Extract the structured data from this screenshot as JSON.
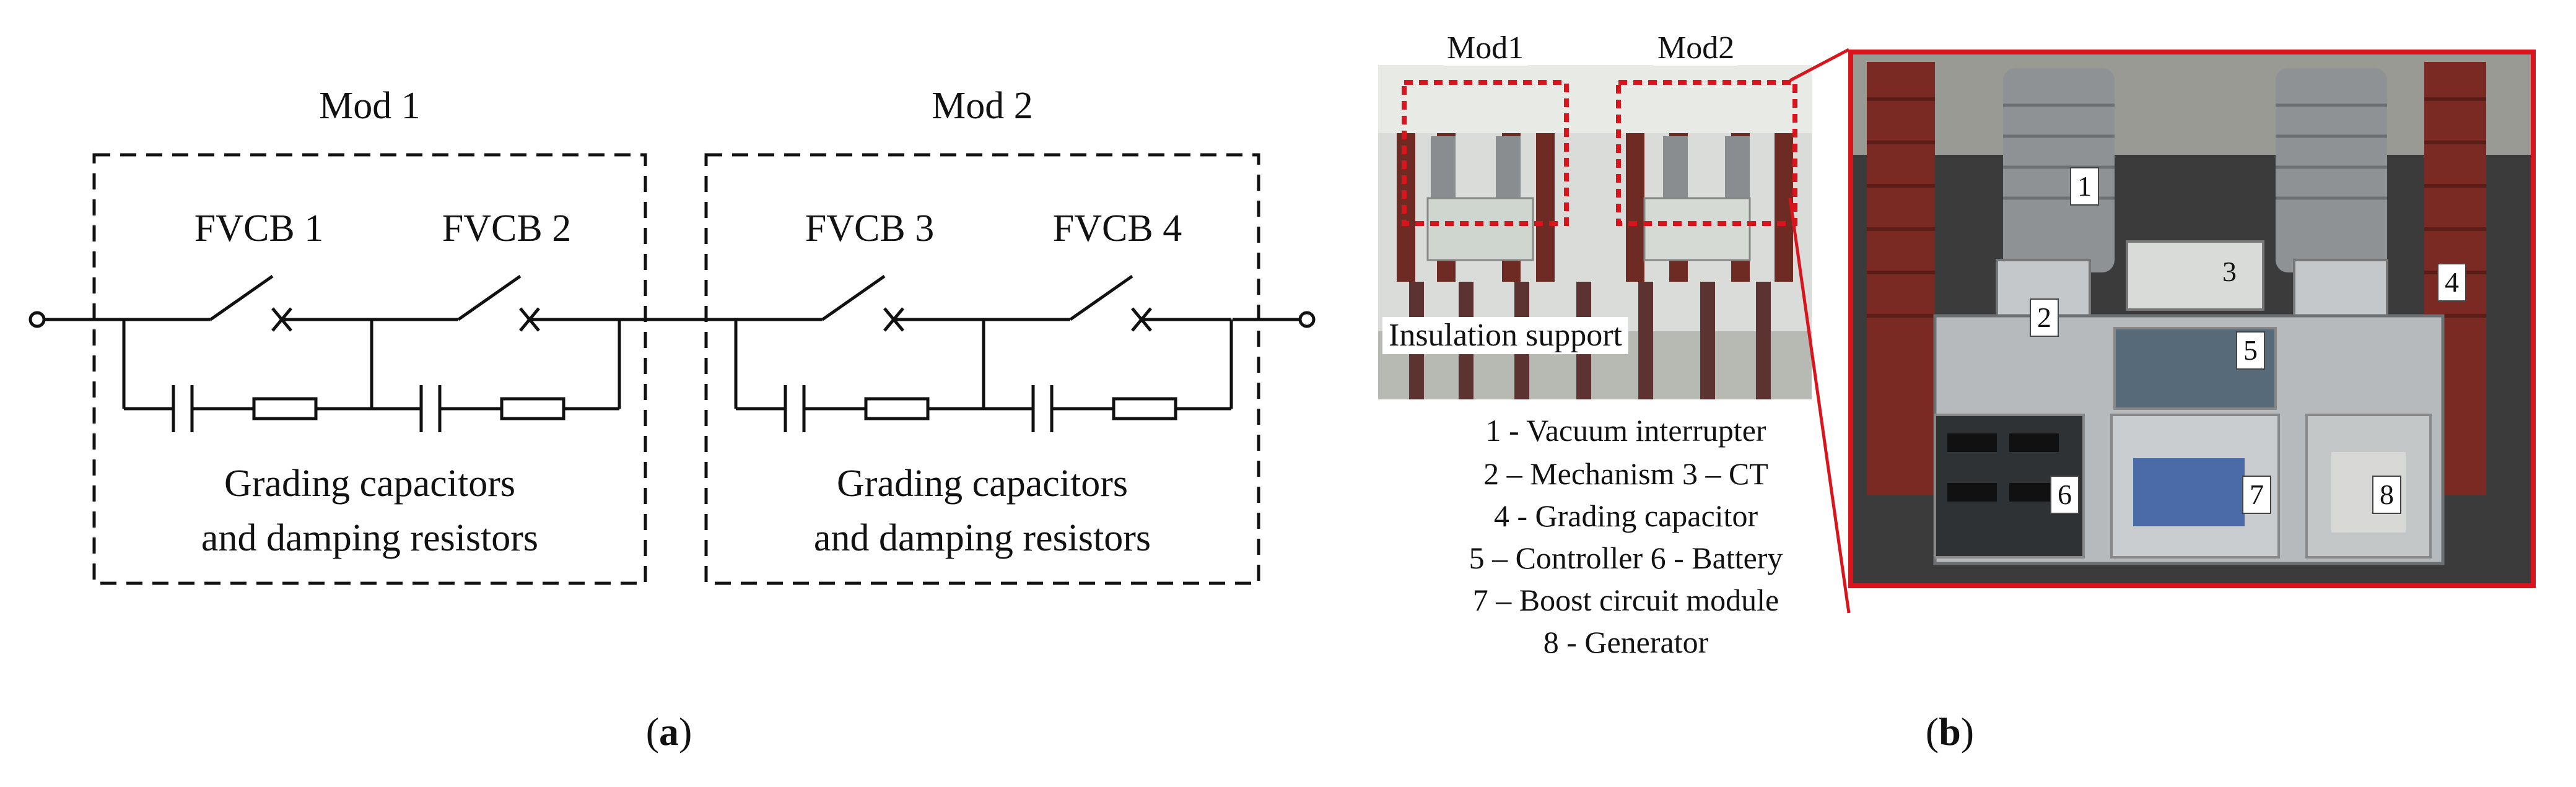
{
  "panel_a": {
    "modules": [
      {
        "label": "Mod 1",
        "switches": [
          "FVCB 1",
          "FVCB 2"
        ],
        "note_line1": "Grading capacitors",
        "note_line2": "and damping resistors"
      },
      {
        "label": "Mod 2",
        "switches": [
          "FVCB 3",
          "FVCB 4"
        ],
        "note_line1": "Grading capacitors",
        "note_line2": "and damping resistors"
      }
    ],
    "caption": "a"
  },
  "panel_b": {
    "photo_labels": {
      "mod1": "Mod1",
      "mod2": "Mod2",
      "support": "Insulation support"
    },
    "legend": [
      "1 - Vacuum interrupter",
      "2 – Mechanism     3 – CT",
      "4 - Grading capacitor",
      "5 – Controller    6 - Battery",
      "7 – Boost circuit module",
      "8 - Generator"
    ],
    "callouts": [
      "1",
      "2",
      "3",
      "4",
      "5",
      "6",
      "7",
      "8"
    ],
    "caption": "b",
    "colors": {
      "highlight": "#d8141c",
      "insulator": "#7a2a22",
      "metal": "#b8bcbf"
    }
  }
}
